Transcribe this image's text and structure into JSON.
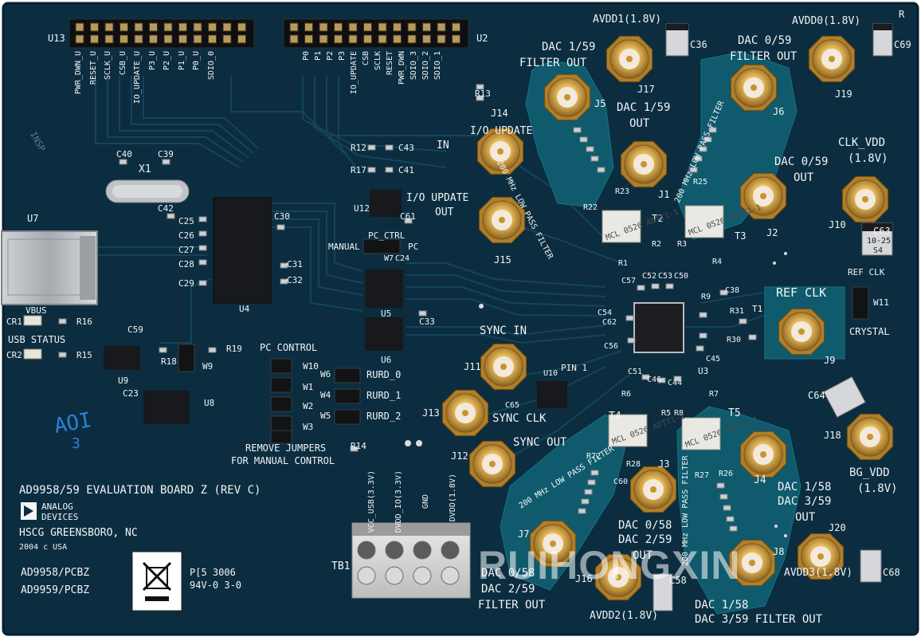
{
  "colors": {
    "pcb": "#0b2d3f",
    "pcb_dark": "#082332",
    "trace": "#123f55",
    "ground_pour": "#0f5a6c",
    "silkscreen": "#f2f4f6",
    "gold": "#c99a3a",
    "gold_light": "#ecc46a",
    "ptfe": "#f3e9dc"
  },
  "board": {
    "title": "AD9958/59 EVALUATION BOARD Z (REV C)",
    "company_line1": "ANALOG",
    "company_line2": "DEVICES",
    "location": "HSCG GREENSBORO, NC",
    "year": "2004 c  USA",
    "part_number_1": "AD9958/PCBZ",
    "part_number_2": "AD9959/PCBZ",
    "fab_code_1": "P[5  3006",
    "fab_code_2": "94V-0  3-0",
    "handwritten_mark": "AOI",
    "handwritten_sub": "3",
    "corner_mark": "R",
    "insp_stamp": "INSP"
  },
  "headers": {
    "u13": {
      "ref": "U13",
      "pins": [
        "PWR_DWN_U",
        "RESET_U",
        "SCLK_U",
        "CSB_U",
        "IO_UPDATE_U",
        "P3_U",
        "P2_U",
        "P1_U",
        "P0_U",
        "SDIO_0"
      ]
    },
    "u2": {
      "ref": "U2",
      "pins": [
        "P0",
        "P1",
        "P2",
        "P3",
        "IO_UPDATE",
        "CSB",
        "SCLK",
        "RESET",
        "PWR_DWN",
        "SDIO_3",
        "SDIO_2",
        "SDIO_1"
      ]
    }
  },
  "labels": {
    "j14_line1": "I/O UPDATE",
    "j14_line2": "IN",
    "j15_line1": "I/O UPDATE",
    "j15_line2": "OUT",
    "j5_line1": "DAC 1/59",
    "j5_line2": "FILTER OUT",
    "j17_line1": "DAC 1/59",
    "j17_line2": "OUT",
    "avdd1": "AVDD1(1.8V)",
    "avdd0": "AVDD0(1.8V)",
    "j6_line1": "DAC 0/59",
    "j6_line2": "FILTER OUT",
    "j2_line1": "DAC 0/59",
    "j2_line2": "OUT",
    "clk_vdd_line1": "CLK_VDD",
    "clk_vdd_line2": "(1.8V)",
    "ref_clk": "REF CLK",
    "ref_clk_small": "REF CLK",
    "crystal": "CRYSTAL",
    "sync_in": "SYNC IN",
    "sync_clk": "SYNC CLK",
    "sync_out": "SYNC OUT",
    "pc_ctrl": "PC_CTRL",
    "manual": "MANUAL",
    "pc": "PC",
    "pc_control": "PC CONTROL",
    "remove_jumpers_1": "REMOVE JUMPERS",
    "remove_jumpers_2": "FOR MANUAL CONTROL",
    "rurd_0": "RURD_0",
    "rurd_1": "RURD_1",
    "rurd_2": "RURD_2",
    "vbus": "VBUS",
    "usb_status": "USB STATUS",
    "pin1": "PIN 1",
    "bg_vdd_line1": "BG_VDD",
    "bg_vdd_line2": "(1.8V)",
    "dac158_out_line1": "DAC 1/58",
    "dac158_out_line2": "DAC 3/59",
    "dac158_out_line3": "OUT",
    "dac058_out_line1": "DAC 0/58",
    "dac058_out_line2": "DAC 2/59",
    "dac058_out_line3": "OUT",
    "dac058_filter_line1": "DAC 0/58",
    "dac058_filter_line2": "DAC 2/59",
    "dac058_filter_line3": "FILTER OUT",
    "dac158_filter_line1": "DAC 1/58",
    "dac158_filter_line2": "DAC 3/59  FILTER OUT",
    "avdd2": "AVDD2(1.8V)",
    "avdd3": "AVDD3(1.8V)",
    "lpf": "200 MHz LOW PASS FILTER",
    "tb1": "TB1",
    "tb_vcc_usb": "VCC_USB(3.3V)",
    "tb_dvdd_io": "DVDD_IO(3.3V)",
    "tb_gnd": "GND",
    "tb_dvdd": "DVDD(1.8V)"
  },
  "refdes": {
    "u13": "U13",
    "u2": "U2",
    "u7": "U7",
    "u4": "U4",
    "u6": "U6",
    "u5": "U5",
    "u12": "U12",
    "u3": "U3",
    "u10": "U10",
    "u9": "U9",
    "u8": "U8",
    "x1": "X1",
    "j14": "J14",
    "j15": "J15",
    "j5": "J5",
    "j17": "J17",
    "j1": "J1",
    "j6": "J6",
    "j2": "J2",
    "j19": "J19",
    "j10": "J10",
    "j9": "J9",
    "j11": "J11",
    "j13": "J13",
    "j12": "J12",
    "j7": "J7",
    "j16": "J16",
    "j3": "J3",
    "j4": "J4",
    "j8": "J8",
    "j20": "J20",
    "j18": "J18",
    "t1": "T1",
    "t2": "T2",
    "t3": "T3",
    "t4": "T4",
    "t5": "T5",
    "c36": "C36",
    "c69": "C69",
    "c63": "C63",
    "c64": "C64",
    "c68": "C68",
    "c58": "C58",
    "w11": "W11",
    "w10": "W10",
    "w1": "W1",
    "w2": "W2",
    "w3": "W3",
    "w6": "W6",
    "w4": "W4",
    "w5": "W5",
    "w7": "W7",
    "w9": "W9",
    "r13": "R13",
    "r12": "R12",
    "r17": "R17",
    "c43": "C43",
    "c41": "C41",
    "c61": "C61",
    "c24": "C24",
    "c40": "C40",
    "c39": "C39",
    "c42": "C42",
    "c25": "C25",
    "c26": "C26",
    "c27": "C27",
    "c28": "C28",
    "c29": "C29",
    "c30": "C30",
    "c31": "C31",
    "c32": "C32",
    "c33": "C33",
    "c59": "C59",
    "c23": "C23",
    "cr1": "CR1",
    "r16": "R16",
    "cr2": "CR2",
    "r15": "R15",
    "r18": "R18",
    "r19": "R19",
    "r14": "R14",
    "c65": "C65",
    "c57": "C57",
    "c52": "C52",
    "c53": "C53",
    "c50": "C50",
    "c38": "C38",
    "r9": "R9",
    "r31": "R31",
    "r30": "R30",
    "c45": "C45",
    "c54": "C54",
    "c62": "C62",
    "c56": "C56",
    "c51": "C51",
    "c46": "C46",
    "c44": "C44",
    "r1": "R1",
    "r2": "R2",
    "r3": "R3",
    "r4": "R4",
    "r5": "R5",
    "r6": "R6",
    "r7": "R7",
    "r8": "R8",
    "r22": "R22",
    "r23": "R23",
    "r25": "R25",
    "r28": "R28",
    "r27": "R27",
    "r26": "R26",
    "r72": "R72",
    "c60": "C60"
  },
  "component_markings": {
    "transformer": "MCL 0526 ADTT1-1",
    "diode_line1": "10-25",
    "diode_line2": "S4"
  }
}
